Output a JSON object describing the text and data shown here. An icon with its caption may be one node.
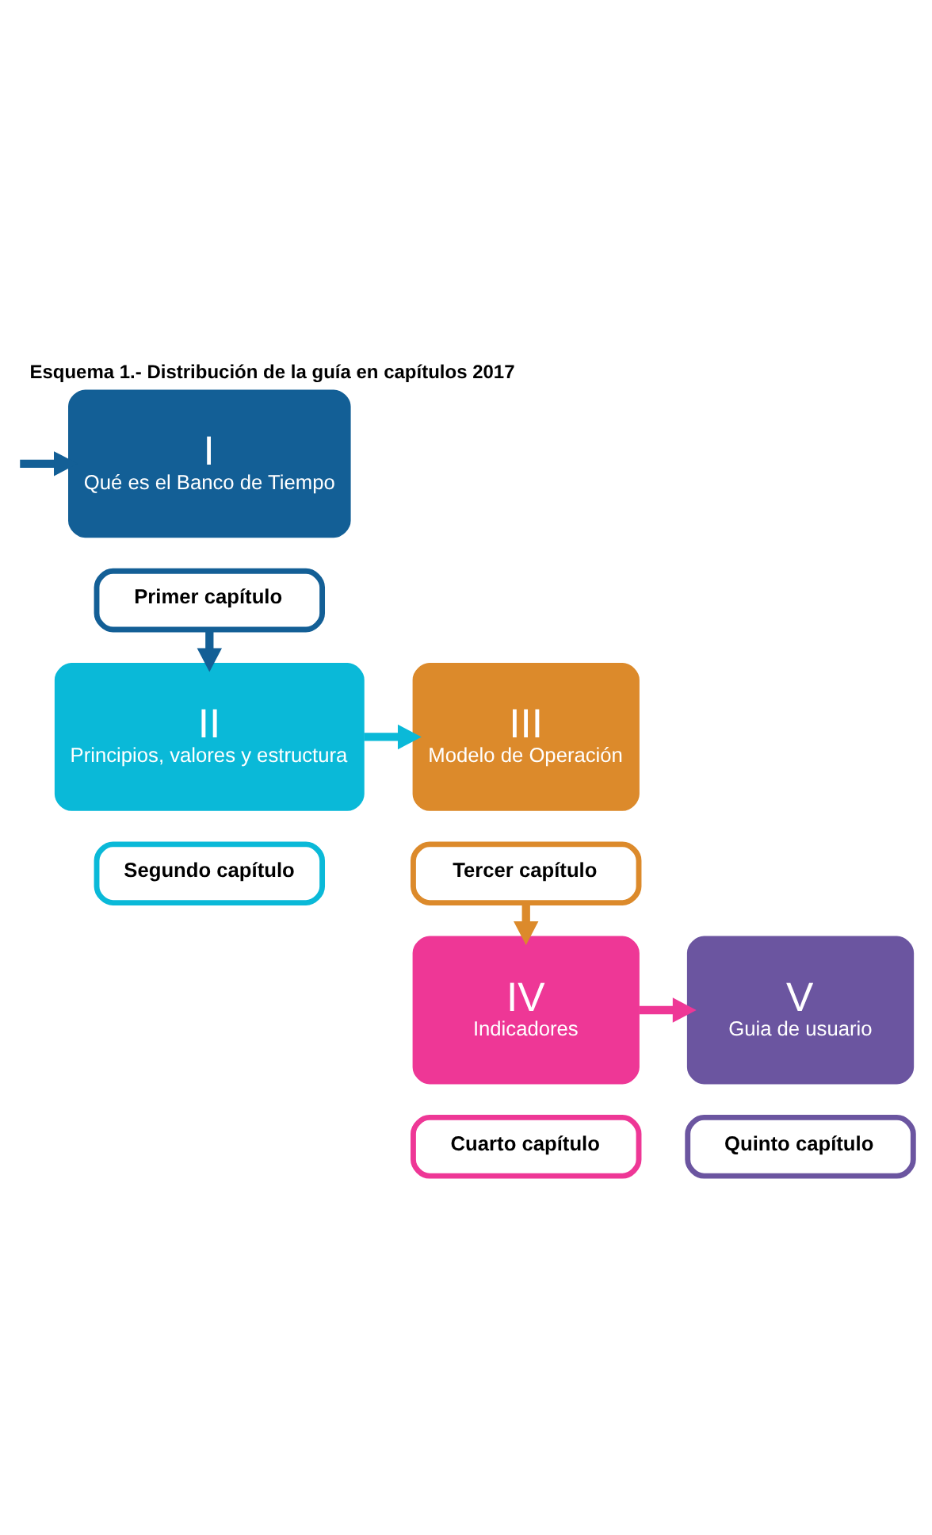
{
  "diagram": {
    "title": "Esquema 1.- Distribución de la guía en capítulos 2017",
    "nodes": [
      {
        "text": [
          "I",
          "Qué es el Banco de Tiempo"
        ]
      },
      {
        "text": [
          "Primer capítulo"
        ]
      },
      {
        "text": [
          "II",
          "Principios, valores y estructura"
        ]
      },
      {
        "text": [
          "Segundo capítulo"
        ]
      },
      {
        "text": [
          "III",
          "Modelo de Operación"
        ]
      },
      {
        "text": [
          "Tercer capítulo"
        ]
      },
      {
        "text": [
          "IV",
          "Indicadores"
        ]
      },
      {
        "text": [
          "Cuarto capítulo"
        ]
      },
      {
        "text": [
          "V",
          "Guia de usuario"
        ]
      },
      {
        "text": [
          "Quinto capítulo"
        ]
      }
    ],
    "edges": [
      {
        "from": null,
        "to": 0,
        "arrow": "to",
        "color": "#135f96"
      },
      {
        "from": 1,
        "to": 2,
        "arrow": "to",
        "color": "#135f96"
      },
      {
        "from": 2,
        "to": 4,
        "arrow": "to",
        "color": "#0ab9d8"
      },
      {
        "from": 5,
        "to": 6,
        "arrow": "to",
        "color": "#dc8a2b"
      },
      {
        "from": 6,
        "to": 8,
        "arrow": "to",
        "color": "#ee3796"
      }
    ]
  }
}
